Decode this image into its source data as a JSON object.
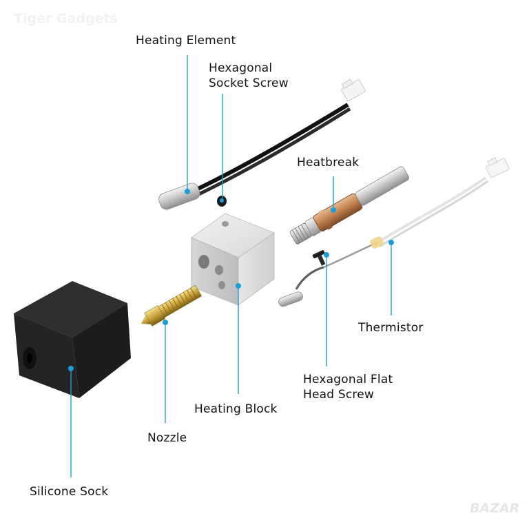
{
  "watermark": "Tiger Gadgets",
  "bottom_watermark": "BAZAR",
  "accent_color": "#1aa0d8",
  "labels": {
    "heating_element": "Heating Element",
    "hex_socket_screw_1": "Hexagonal",
    "hex_socket_screw_2": "Socket Screw",
    "heatbreak": "Heatbreak",
    "thermistor": "Thermistor",
    "hex_flat_screw_1": "Hexagonal Flat",
    "hex_flat_screw_2": "Head Screw",
    "heating_block": "Heating Block",
    "nozzle": "Nozzle",
    "silicone_sock": "Silicone Sock"
  }
}
